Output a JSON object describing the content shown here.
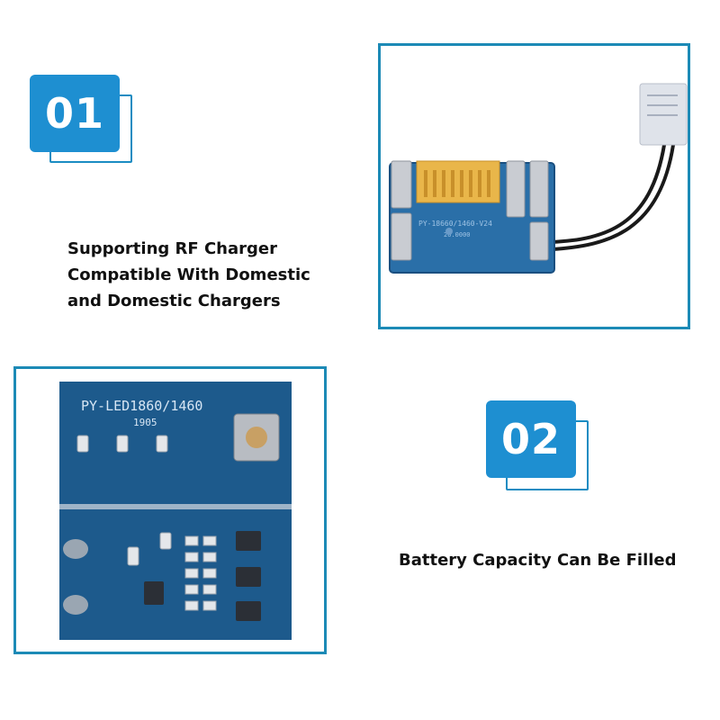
{
  "steps": [
    {
      "number": "01",
      "caption_lines": [
        "Supporting RF Charger",
        "Compatible With Domestic",
        "and  Domestic Chargers"
      ]
    },
    {
      "number": "02",
      "caption_lines": [
        "Battery Capacity Can Be Filled"
      ]
    }
  ],
  "photos": {
    "pcb_top": {
      "silkscreen": "PY-18660/1460-V24",
      "silkscreen2": "20.0000"
    },
    "pcb_closeup": {
      "silkscreen": "PY-LED1860/1460",
      "date_code": "1905"
    }
  },
  "colors": {
    "accent_blue": "#1e8fd1",
    "frame_teal": "#1c8ab6",
    "pcb_blue": "#1d5a8c"
  }
}
